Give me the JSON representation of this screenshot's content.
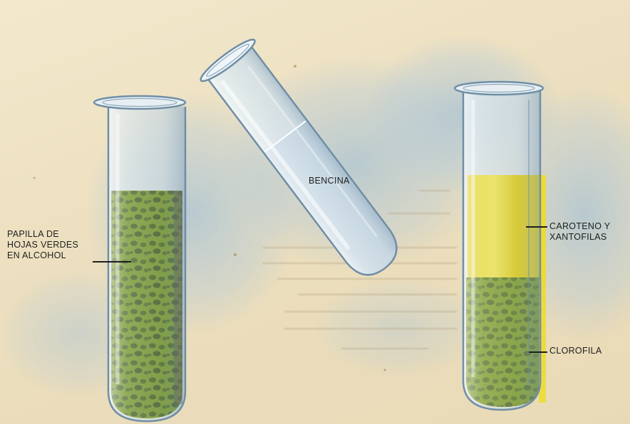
{
  "labels": {
    "left_tube": [
      "PAPILLA DE",
      "HOJAS VERDES",
      "EN ALCOHOL"
    ],
    "tilted_tube": "BENCINA",
    "right_upper": [
      "CAROTENO Y",
      "XANTOFILAS"
    ],
    "right_lower": "CLOROFILA"
  },
  "colors": {
    "paper": "#efe3c4",
    "glass": "#b9cfdc",
    "glass_edge": "#6f8ea6",
    "green_mash": "#6f8a24",
    "mash_spots": "#3f5a22",
    "yellow_layer": "#f0de2a",
    "blue_wash": "#a9c6dc",
    "ink": "#1e1e1e"
  }
}
